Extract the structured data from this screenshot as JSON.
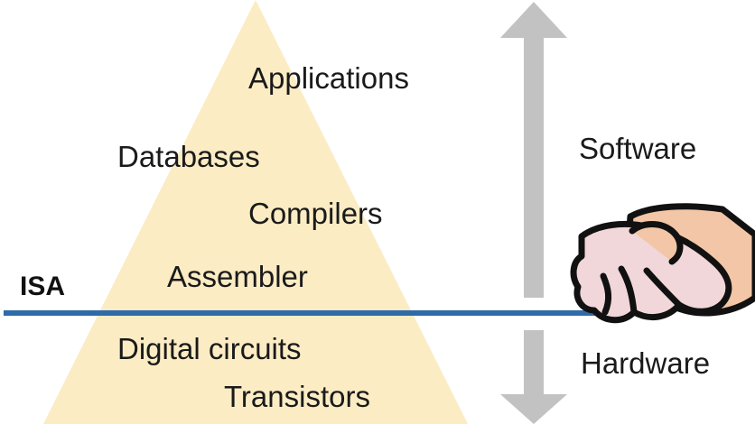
{
  "layers": [
    {
      "label": "Applications"
    },
    {
      "label": "Databases"
    },
    {
      "label": "Compilers"
    },
    {
      "label": "Assembler"
    },
    {
      "label": "Digital circuits"
    },
    {
      "label": "Transistors"
    }
  ],
  "isa_label": "ISA",
  "software_label": "Software",
  "hardware_label": "Hardware",
  "colors": {
    "pyramid": "#fbecc4",
    "isa_line": "#2e6ba8",
    "arrow": "#c2c2c2",
    "text": "#1a1a1a"
  },
  "icons": {
    "handshake": "handshake-icon",
    "up_arrow": "up-arrow-icon",
    "down_arrow": "down-arrow-icon"
  }
}
